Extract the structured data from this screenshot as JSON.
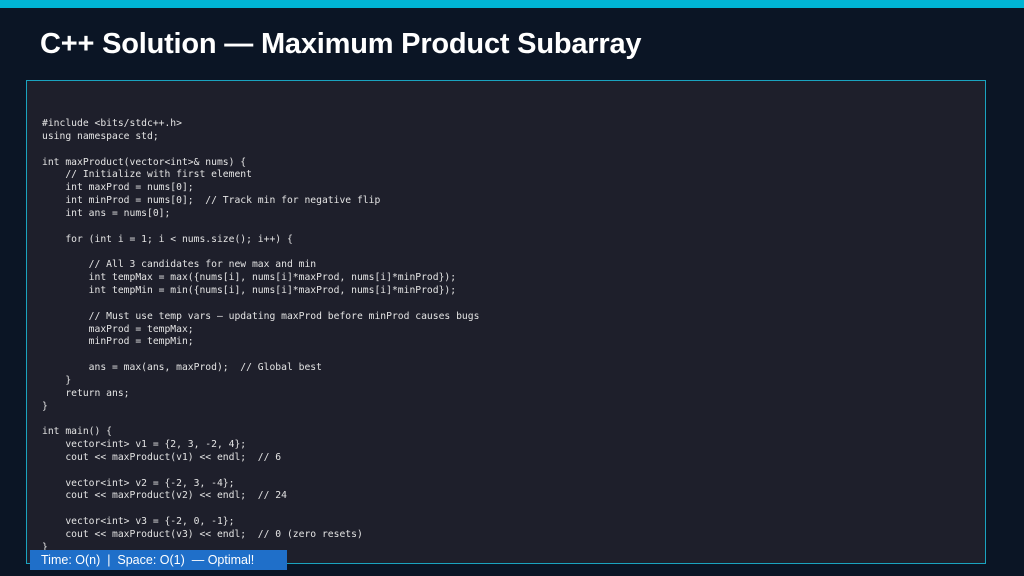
{
  "colors": {
    "accent": "#00b4d4",
    "background": "#0b1525",
    "code_bg": "#1e1f2b",
    "badge": "#1f6fc9"
  },
  "title": "C++ Solution — Maximum Product Subarray",
  "code": "#include <bits/stdc++.h>\nusing namespace std;\n\nint maxProduct(vector<int>& nums) {\n    // Initialize with first element\n    int maxProd = nums[0];\n    int minProd = nums[0];  // Track min for negative flip\n    int ans = nums[0];\n\n    for (int i = 1; i < nums.size(); i++) {\n\n        // All 3 candidates for new max and min\n        int tempMax = max({nums[i], nums[i]*maxProd, nums[i]*minProd});\n        int tempMin = min({nums[i], nums[i]*maxProd, nums[i]*minProd});\n\n        // Must use temp vars — updating maxProd before minProd causes bugs\n        maxProd = tempMax;\n        minProd = tempMin;\n\n        ans = max(ans, maxProd);  // Global best\n    }\n    return ans;\n}\n\nint main() {\n    vector<int> v1 = {2, 3, -2, 4};\n    cout << maxProduct(v1) << endl;  // 6\n\n    vector<int> v2 = {-2, 3, -4};\n    cout << maxProduct(v2) << endl;  // 24\n\n    vector<int> v3 = {-2, 0, -1};\n    cout << maxProduct(v3) << endl;  // 0 (zero resets)\n}",
  "complexity_badge": "Time: O(n)  |  Space: O(1)  — Optimal!"
}
